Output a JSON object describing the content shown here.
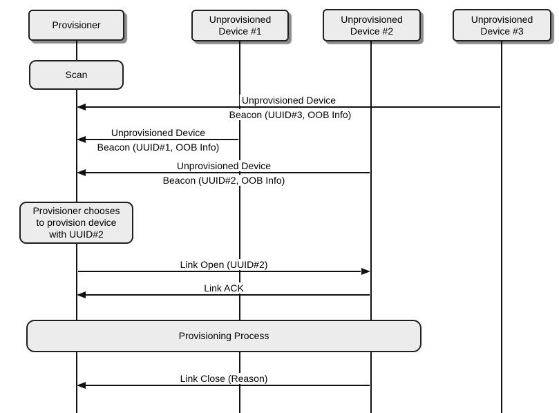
{
  "diagram_type": "sequence-diagram",
  "colors": {
    "background": "#ffffff",
    "box_fill": "#ececec",
    "line": "#111111",
    "shadow": "#909090"
  },
  "actors": [
    {
      "label": "Provisioner"
    },
    {
      "label": "Unprovisioned Device #1"
    },
    {
      "label": "Unprovisioned Device #2"
    },
    {
      "label": "Unprovisioned Device #3"
    }
  ],
  "boxes": {
    "scan": "Scan",
    "note": "Provisioner chooses to provision device with UUID#2",
    "process": "Provisioning Process"
  },
  "messages": [
    {
      "top_label": "Unprovisioned Device",
      "bottom_label": "Beacon (UUID#3, OOB Info)",
      "from": "Unprovisioned Device #3",
      "to": "Provisioner",
      "direction": "left"
    },
    {
      "top_label": "Unprovisioned Device",
      "bottom_label": "Beacon (UUID#1, OOB Info)",
      "from": "Unprovisioned Device #1",
      "to": "Provisioner",
      "direction": "left"
    },
    {
      "top_label": "Unprovisioned Device",
      "bottom_label": "Beacon (UUID#2, OOB Info)",
      "from": "Unprovisioned Device #2",
      "to": "Provisioner",
      "direction": "left"
    },
    {
      "label": "Link Open (UUID#2)",
      "from": "Provisioner",
      "to": "Unprovisioned Device #2",
      "direction": "right"
    },
    {
      "label": "Link ACK",
      "from": "Unprovisioned Device #2",
      "to": "Provisioner",
      "direction": "left"
    },
    {
      "label": "Link Close (Reason)",
      "from": "Unprovisioned Device #2",
      "to": "Provisioner",
      "direction": "left"
    }
  ]
}
